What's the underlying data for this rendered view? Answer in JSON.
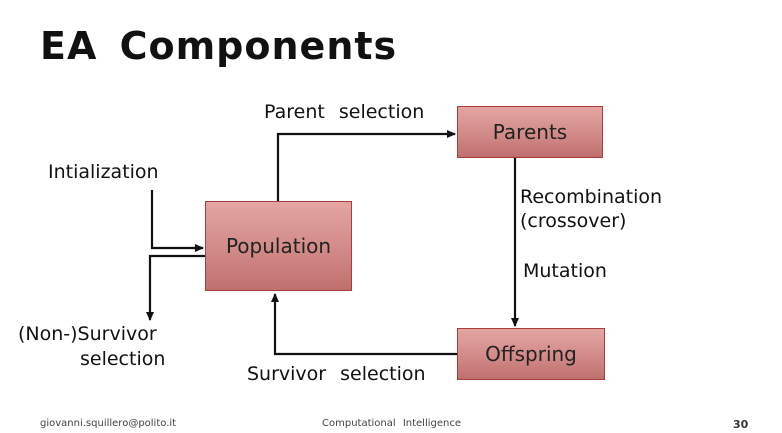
{
  "slide": {
    "title": "EA  Components"
  },
  "boxes": {
    "parents": "Parents",
    "population": "Population",
    "offspring": "Offspring"
  },
  "labels": {
    "parent_selection": "Parent  selection",
    "initialization": "Intialization",
    "recombination": "Recombination",
    "crossover": "(crossover)",
    "mutation": "Mutation",
    "non_survivor_line1": "(Non-)Survivor",
    "non_survivor_line2": "selection",
    "survivor_selection": "Survivor  selection"
  },
  "footer": {
    "email": "giovanni.squillero@polito.it",
    "course": "Computational  Intelligence",
    "page": "30"
  },
  "colors": {
    "box_fill": "#d18a88",
    "box_border": "#a83e3c",
    "arrow": "#111111"
  }
}
